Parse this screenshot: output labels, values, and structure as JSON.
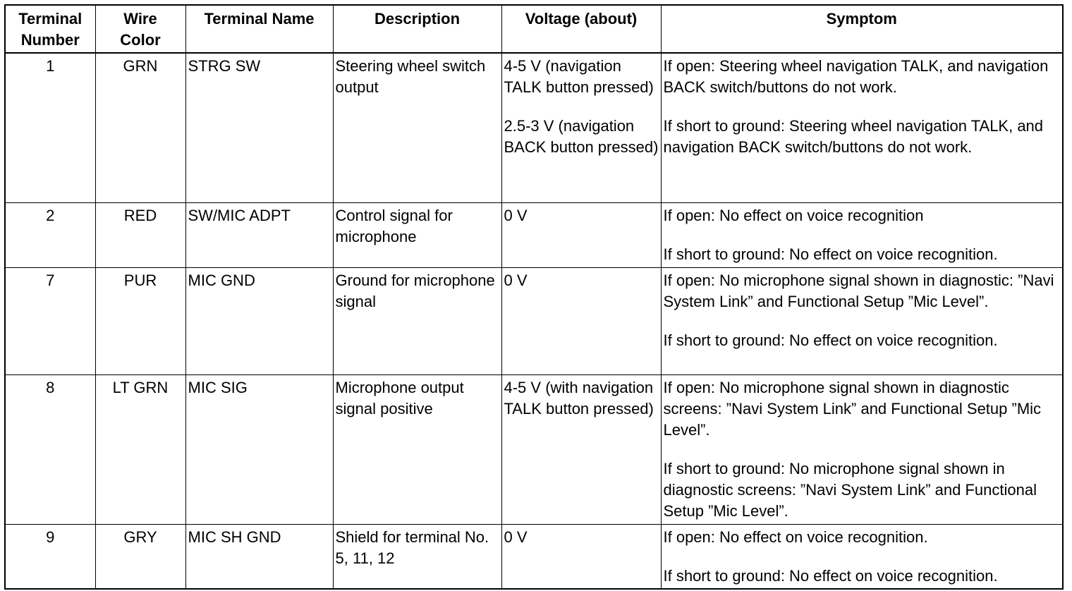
{
  "table": {
    "headers": {
      "terminal_number": "Terminal\nNumber",
      "wire_color": "Wire\nColor",
      "terminal_name": "Terminal Name",
      "description": "Description",
      "voltage": "Voltage (about)",
      "symptom": "Symptom"
    },
    "rows": [
      {
        "terminal": "1",
        "wire": "GRN",
        "name": "STRG SW",
        "description": "Steering wheel switch output",
        "voltage": [
          "4-5 V (navigation TALK button pressed)",
          "2.5-3 V (navigation BACK button pressed)"
        ],
        "symptom": [
          "If open: Steering wheel navigation TALK, and navigation BACK switch/buttons do not work.",
          "If short to ground: Steering wheel navigation TALK, and navigation BACK switch/buttons do not work."
        ]
      },
      {
        "terminal": "2",
        "wire": "RED",
        "name": "SW/MIC ADPT",
        "description": "Control signal for microphone",
        "voltage": [
          "0 V"
        ],
        "symptom": [
          "If open: No effect on voice recognition",
          "If short to ground: No effect on voice recognition."
        ]
      },
      {
        "terminal": "7",
        "wire": "PUR",
        "name": "MIC GND",
        "description": "Ground for microphone signal",
        "voltage": [
          "0 V"
        ],
        "symptom": [
          "If open: No microphone signal shown in diagnostic: ”Navi System Link” and Functional Setup ”Mic Level”.",
          "If short to ground: No effect on voice recognition."
        ]
      },
      {
        "terminal": "8",
        "wire": "LT GRN",
        "name": "MIC SIG",
        "description": "Microphone output signal positive",
        "voltage": [
          "4-5 V (with navigation TALK button pressed)"
        ],
        "symptom": [
          "If open: No microphone signal shown in diagnostic screens: ”Navi System Link” and Functional Setup ”Mic Level”.",
          "If short to ground: No microphone signal shown in diagnostic screens: ”Navi System Link” and Functional Setup ”Mic Level”."
        ]
      },
      {
        "terminal": "9",
        "wire": "GRY",
        "name": "MIC SH GND",
        "description": "Shield for terminal No. 5, 11, 12",
        "voltage": [
          "0 V"
        ],
        "symptom": [
          "If open: No effect on voice recognition.",
          "If short to ground: No effect on voice recognition."
        ]
      }
    ]
  }
}
